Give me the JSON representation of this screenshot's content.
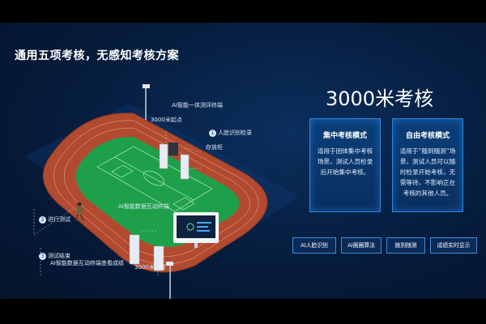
{
  "title": "通用五项考核，无感知考核方案",
  "heading": "3000米考核",
  "cards": [
    {
      "title": "集中考核模式",
      "body": "适用于团体集中考核场景，测试人员检录后开始集中考核。"
    },
    {
      "title": "自由考核模式",
      "body": "适用于“随到随测”场景，测试人员可以随时检录开始考核，无需等待，不影响正在考核的其他人员。"
    }
  ],
  "tags": [
    "AI人脸识别",
    "AI圈圈算法",
    "随到随测",
    "成绩实时显示"
  ],
  "callouts": {
    "terminal": "AI智能一体测评终端",
    "start": "3000米起点",
    "checkin_num": "1",
    "checkin": "人脸识别检录",
    "locker": "存放柜",
    "screen": "AI智能数据互动终端",
    "running_num": "2",
    "running": "进行测试",
    "end_num": "3",
    "end_line1": "测试结束",
    "end_line2": "AI智能数据互动终端查看成绩",
    "finish": "3000米终点"
  },
  "colors": {
    "track": "#b24a2f",
    "field": "#1ea04b",
    "accent": "#2e86d6",
    "bg": "#061c3c"
  }
}
